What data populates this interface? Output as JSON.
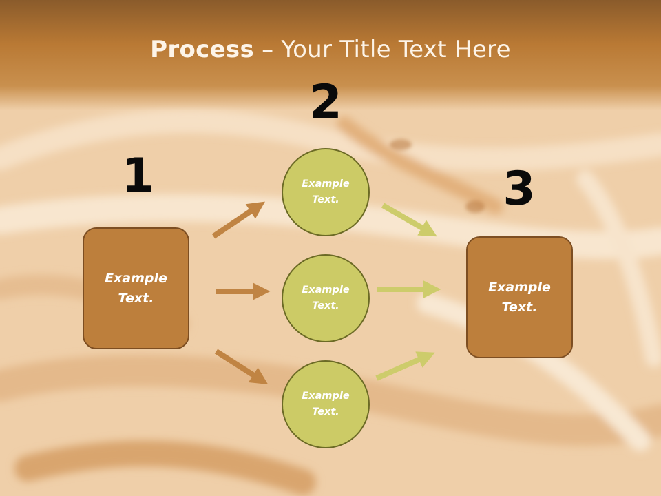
{
  "slide": {
    "title_strong": "Process",
    "title_rest": " – Your Title Text Here"
  },
  "steps": [
    {
      "number": "1",
      "text": "Example Text."
    },
    {
      "number": "2",
      "items": [
        {
          "text": "Example Text."
        },
        {
          "text": "Example Text."
        },
        {
          "text": "Example Text."
        }
      ]
    },
    {
      "number": "3",
      "text": "Example Text."
    }
  ],
  "colors": {
    "box_fill": "#bd7f3c",
    "circle_fill": "#cccb66",
    "arrow_left": "#c08443",
    "arrow_right": "#cdcc6b",
    "header": "#b97934"
  }
}
